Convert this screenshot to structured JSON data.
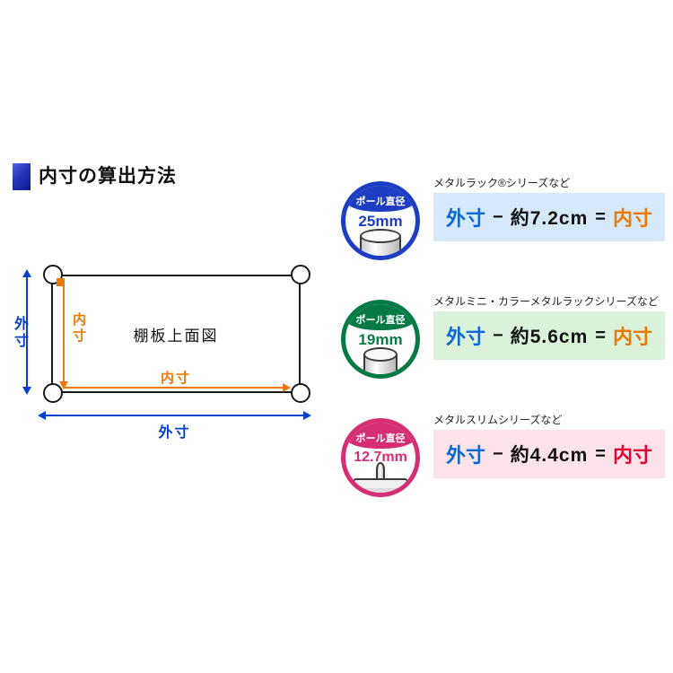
{
  "header": {
    "title": "内寸の算出方法",
    "accent_color": "#1d2fb4"
  },
  "diagram": {
    "center_label": "棚板上面図",
    "outer_dim_label_left": "外寸",
    "outer_dim_label_bottom": "外寸",
    "inner_dim_label_left": "内寸",
    "inner_dim_label_bottom": "内寸",
    "outer_dim_color": "#0443cf",
    "inner_dim_color": "#f07800"
  },
  "rows": [
    {
      "series_label": "メタルラック®シリーズなど",
      "badge": {
        "label": "ポール直径",
        "value": "25mm",
        "accent_color": "#1d3ec2"
      },
      "formula": {
        "outer": "外寸",
        "operator": "−",
        "amount": "約7.2cm",
        "equals": "=",
        "inner": "内寸"
      },
      "colors": {
        "box_bg": "#d6e9fb",
        "outer_text": "#0968d8",
        "inner_text": "#f07800"
      }
    },
    {
      "series_label": "メタルミニ・カラーメタルラックシリーズなど",
      "badge": {
        "label": "ポール直径",
        "value": "19mm",
        "accent_color": "#067a45"
      },
      "formula": {
        "outer": "外寸",
        "operator": "−",
        "amount": "約5.6cm",
        "equals": "=",
        "inner": "内寸"
      },
      "colors": {
        "box_bg": "#daf2da",
        "outer_text": "#0968d8",
        "inner_text": "#f07800"
      }
    },
    {
      "series_label": "メタルスリムシリーズなど",
      "badge": {
        "label": "ポール直径",
        "value": "12.7mm",
        "accent_color": "#d52e75"
      },
      "formula": {
        "outer": "外寸",
        "operator": "−",
        "amount": "約4.4cm",
        "equals": "=",
        "inner": "内寸"
      },
      "colors": {
        "box_bg": "#fce3ea",
        "outer_text": "#0968d8",
        "inner_text": "#e60033"
      }
    }
  ]
}
